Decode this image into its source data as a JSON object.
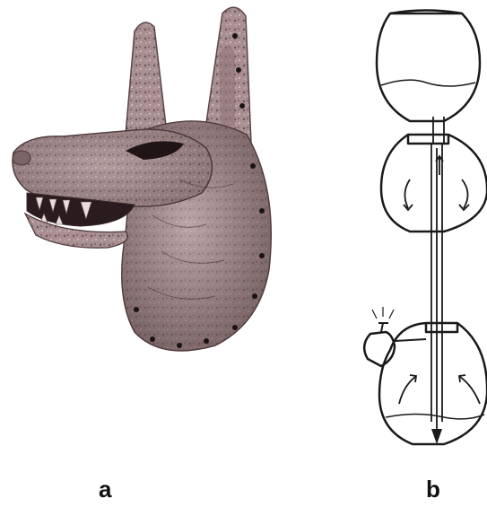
{
  "figure": {
    "panels": [
      {
        "label": "a",
        "subject": "jackal-head-mask"
      },
      {
        "label": "b",
        "subject": "siphon-vessel-diagram"
      }
    ],
    "colors": {
      "mask_base": "#b29a9b",
      "mask_dark": "#4d3a3c",
      "mask_light": "#d9c8c8",
      "line_art": "#1a1a1a"
    }
  }
}
